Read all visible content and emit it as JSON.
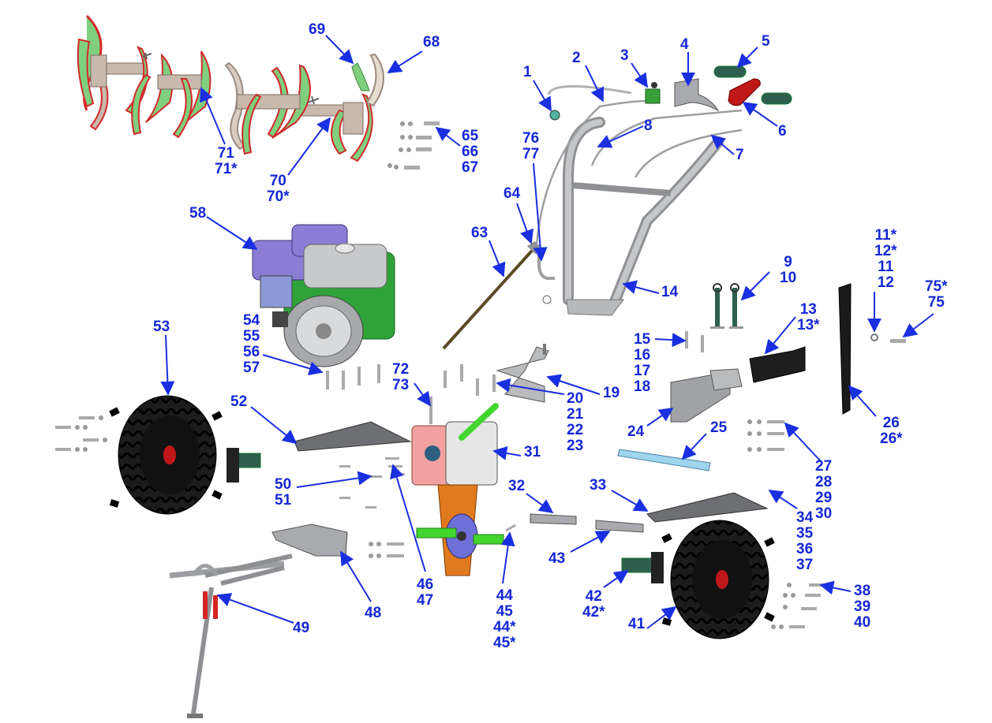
{
  "colors": {
    "label": "#1428d6",
    "leader": "#1a2fe0",
    "frame": "#a9abae",
    "tyre": "#1c1c1c",
    "rim": "#111111",
    "engine_block": "#2fa33a",
    "air_filter": "#8b7cd6",
    "tine_green": "#7fcf7f",
    "tine_edge": "#d22a2a",
    "gearbox_pink": "#f2a1a1",
    "gearbox_orange": "#e07a1e",
    "gearbox_blue": "#6f6fd8",
    "shaft_green": "#43d62f",
    "plate_grey": "#6e6f72",
    "bar_blue": "#9fd6ee"
  },
  "callouts": [
    {
      "id": "c1",
      "text": "1"
    },
    {
      "id": "c2",
      "text": "2"
    },
    {
      "id": "c3",
      "text": "3"
    },
    {
      "id": "c4",
      "text": "4"
    },
    {
      "id": "c5",
      "text": "5"
    },
    {
      "id": "c6",
      "text": "6"
    },
    {
      "id": "c7",
      "text": "7"
    },
    {
      "id": "c8",
      "text": "8"
    },
    {
      "id": "c9",
      "text": "9\n10"
    },
    {
      "id": "c11",
      "text": "11*\n12*\n11\n12"
    },
    {
      "id": "c13",
      "text": "13\n13*"
    },
    {
      "id": "c14",
      "text": "14"
    },
    {
      "id": "c15",
      "text": "15\n16\n17\n18"
    },
    {
      "id": "c19",
      "text": "19"
    },
    {
      "id": "c20",
      "text": "20\n21\n22\n23"
    },
    {
      "id": "c24",
      "text": "24"
    },
    {
      "id": "c25",
      "text": "25"
    },
    {
      "id": "c26",
      "text": "26\n26*"
    },
    {
      "id": "c27",
      "text": "27\n28\n29\n30"
    },
    {
      "id": "c31",
      "text": "31"
    },
    {
      "id": "c32",
      "text": "32"
    },
    {
      "id": "c33",
      "text": "33"
    },
    {
      "id": "c34",
      "text": "34\n35\n36\n37"
    },
    {
      "id": "c38",
      "text": "38\n39\n40"
    },
    {
      "id": "c41",
      "text": "41"
    },
    {
      "id": "c42",
      "text": "42\n42*"
    },
    {
      "id": "c43",
      "text": "43"
    },
    {
      "id": "c44",
      "text": "44\n45\n44*\n45*"
    },
    {
      "id": "c46",
      "text": "46\n47"
    },
    {
      "id": "c48",
      "text": "48"
    },
    {
      "id": "c49",
      "text": "49"
    },
    {
      "id": "c50",
      "text": "50\n51"
    },
    {
      "id": "c52",
      "text": "52"
    },
    {
      "id": "c53",
      "text": "53"
    },
    {
      "id": "c54",
      "text": "54\n55\n56\n57"
    },
    {
      "id": "c58",
      "text": "58"
    },
    {
      "id": "c63",
      "text": "63"
    },
    {
      "id": "c64",
      "text": "64"
    },
    {
      "id": "c65",
      "text": "65\n66\n67"
    },
    {
      "id": "c68",
      "text": "68"
    },
    {
      "id": "c69",
      "text": "69"
    },
    {
      "id": "c70",
      "text": "70\n70*"
    },
    {
      "id": "c71",
      "text": "71\n71*"
    },
    {
      "id": "c72",
      "text": "72\n73"
    },
    {
      "id": "c75",
      "text": "75*\n75"
    },
    {
      "id": "c76",
      "text": "76\n77"
    }
  ]
}
